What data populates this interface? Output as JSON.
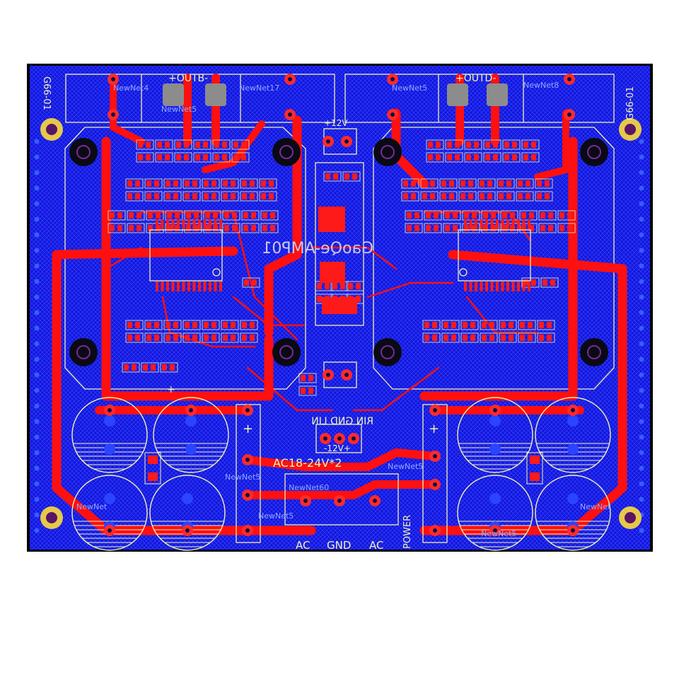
{
  "board": {
    "colors": {
      "background": "#ffffff",
      "board_blue": "#1414d8",
      "hatch_blue": "#2a3cff",
      "trace_red": "#ff1010",
      "silkscreen": "#f2f2b6",
      "hole_black": "#0a0a14",
      "mount_gold": "#e6c84a",
      "mount_purple": "#5a1466"
    },
    "labels": {
      "corner_left": "G66-01",
      "corner_right": "G66-01",
      "out_left": "+OUTB-",
      "out_right": "+OUTD-",
      "rail_top": "+12V",
      "title_mirrored": "GaoQe-AMP01",
      "conn_pins_mirrored": "RIN GND LIN",
      "rail_bottom": "-12V+",
      "ac_input": "AC18-24V*2",
      "power_label": "POWER",
      "pin_ac_left": "AC",
      "pin_gnd": "GND",
      "pin_ac_right": "AC",
      "cap_plus_left": "+",
      "cap_plus_right": "+",
      "diode_mark": "+"
    },
    "net_labels": [
      "NewNet4",
      "NewNet17",
      "NewNet5",
      "NewNet8",
      "NewNet5",
      "NewNet5",
      "NewNet60",
      "NewNet5",
      "NewNet",
      "NewNet5",
      "NewNet5",
      "NewNet"
    ]
  }
}
